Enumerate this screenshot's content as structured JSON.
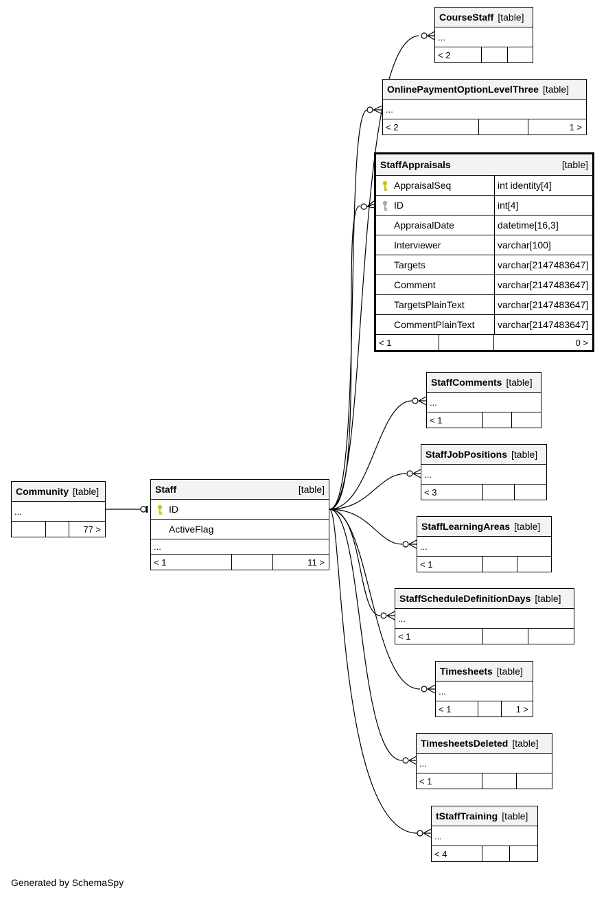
{
  "diagram": {
    "tables": {
      "coursestaff": {
        "name": "CourseStaff",
        "type": "[table]",
        "ellipsis": "...",
        "footer": [
          "< 2",
          "",
          ""
        ]
      },
      "onlinepayment": {
        "name": "OnlinePaymentOptionLevelThree",
        "type": "[table]",
        "ellipsis": "...",
        "footer": [
          "< 2",
          "",
          "1 >"
        ]
      },
      "staffappraisals": {
        "name": "StaffAppraisals",
        "type": "[table]",
        "columns": [
          {
            "name": "AppraisalSeq",
            "type": "int identity[4]"
          },
          {
            "name": "ID",
            "type": "int[4]"
          },
          {
            "name": "AppraisalDate",
            "type": "datetime[16,3]"
          },
          {
            "name": "Interviewer",
            "type": "varchar[100]"
          },
          {
            "name": "Targets",
            "type": "varchar[2147483647]"
          },
          {
            "name": "Comment",
            "type": "varchar[2147483647]"
          },
          {
            "name": "TargetsPlainText",
            "type": "varchar[2147483647]"
          },
          {
            "name": "CommentPlainText",
            "type": "varchar[2147483647]"
          }
        ],
        "footer": [
          "< 1",
          "",
          "0 >"
        ]
      },
      "staffcomments": {
        "name": "StaffComments",
        "type": "[table]",
        "ellipsis": "...",
        "footer": [
          "< 1",
          "",
          ""
        ]
      },
      "staffjobpositions": {
        "name": "StaffJobPositions",
        "type": "[table]",
        "ellipsis": "...",
        "footer": [
          "< 3",
          "",
          ""
        ]
      },
      "stafflearningareas": {
        "name": "StaffLearningAreas",
        "type": "[table]",
        "ellipsis": "...",
        "footer": [
          "< 1",
          "",
          ""
        ]
      },
      "staffscheduledefinitiondays": {
        "name": "StaffScheduleDefinitionDays",
        "type": "[table]",
        "ellipsis": "...",
        "footer": [
          "< 1",
          "",
          ""
        ]
      },
      "timesheets": {
        "name": "Timesheets",
        "type": "[table]",
        "ellipsis": "...",
        "footer": [
          "< 1",
          "",
          "1 >"
        ]
      },
      "timesheetsdeleted": {
        "name": "TimesheetsDeleted",
        "type": "[table]",
        "ellipsis": "...",
        "footer": [
          "< 1",
          "",
          ""
        ]
      },
      "tstafftraining": {
        "name": "tStaffTraining",
        "type": "[table]",
        "ellipsis": "...",
        "footer": [
          "< 4",
          "",
          ""
        ]
      },
      "community": {
        "name": "Community",
        "type": "[table]",
        "ellipsis": "...",
        "footer": [
          "",
          "",
          "77 >"
        ]
      },
      "staff": {
        "name": "Staff",
        "type": "[table]",
        "columns": [
          {
            "name": "ID"
          },
          {
            "name": "ActiveFlag"
          }
        ],
        "ellipsis": "...",
        "footer": [
          "< 1",
          "",
          "11 >"
        ]
      }
    },
    "icons": {
      "primary_key": "key-icon-gold",
      "foreign_key": "key-icon-gray"
    },
    "colors": {
      "header_bg": "#f3f3f3",
      "primary_key": "#d4c400",
      "foreign_key": "#a8a8a8",
      "line": "#000000"
    }
  },
  "footer_note": "Generated by SchemaSpy"
}
